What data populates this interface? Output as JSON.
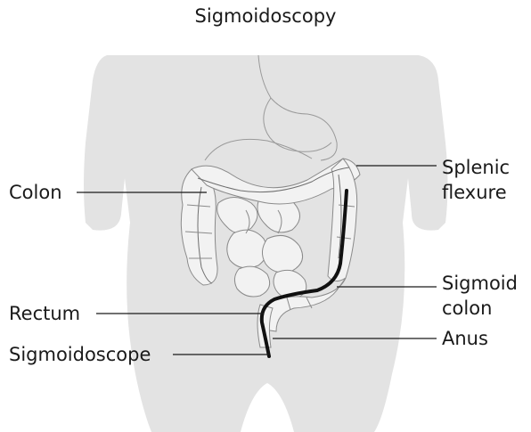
{
  "title": "Sigmoidoscopy",
  "labels": {
    "colon": "Colon",
    "splenic_flexure_line1": "Splenic",
    "splenic_flexure_line2": "flexure",
    "rectum": "Rectum",
    "sigmoid_colon_line1": "Sigmoid",
    "sigmoid_colon_line2": "colon",
    "anus": "Anus",
    "sigmoidoscope": "Sigmoidoscope"
  },
  "colors": {
    "body_silhouette": "#e3e3e3",
    "outline": "#8a8a8a",
    "organ_fill": "#f2f2f2",
    "scope": "#111111",
    "leader_line": "#1a1a1a"
  }
}
